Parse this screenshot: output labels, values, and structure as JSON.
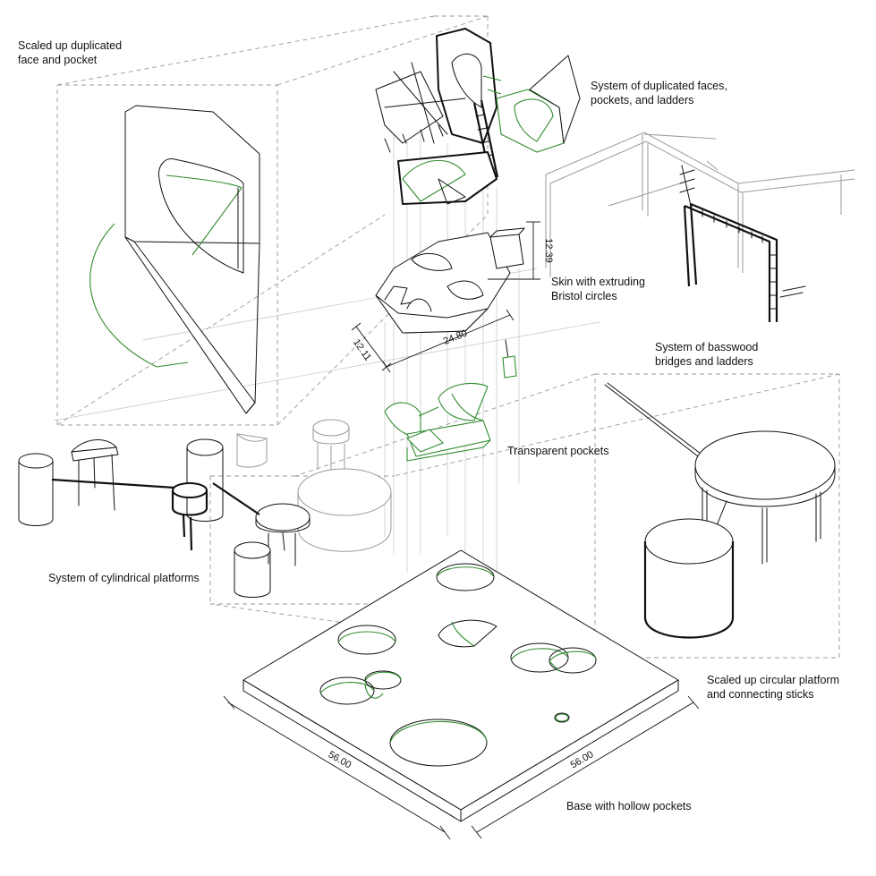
{
  "labels": {
    "scaled_face": "Scaled up duplicated\nface and pocket",
    "duplicated_system": "System of duplicated faces,\npockets, and ladders",
    "skin": "Skin with extruding\nBristol circles",
    "bridges": "System of basswood\nbridges and ladders",
    "pockets": "Transparent pockets",
    "cylinders": "System of cylindrical platforms",
    "scaled_platform": "Scaled up circular platform\nand connecting sticks",
    "base": "Base with hollow pockets"
  },
  "dimensions": {
    "skin_height": "12.39",
    "skin_depth": "12.11",
    "skin_length": "24.80",
    "base_left": "56.00",
    "base_right": "56.00"
  },
  "colors": {
    "ink": "#111111",
    "green_accent": "#2e8b2e",
    "guide": "#c4c4c4"
  }
}
